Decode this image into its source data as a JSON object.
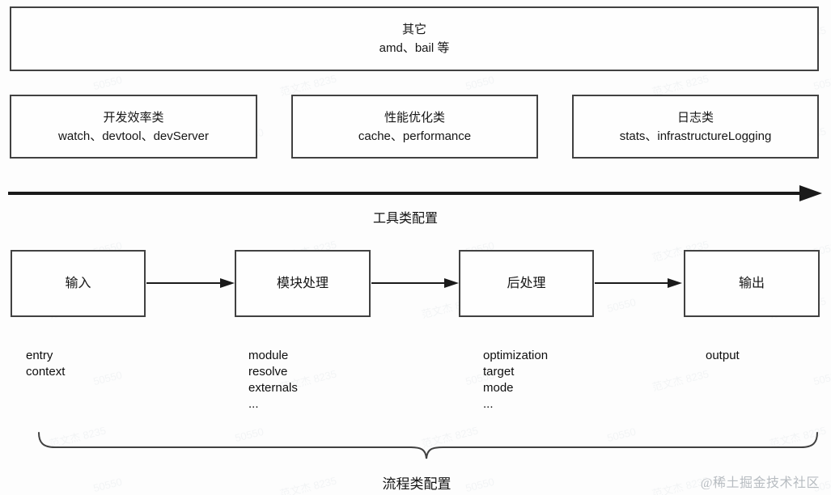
{
  "diagram": {
    "other_box": {
      "title": "其它",
      "subtitle": "amd、bail 等"
    },
    "tool_boxes": [
      {
        "title": "开发效率类",
        "subtitle": "watch、devtool、devServer"
      },
      {
        "title": "性能优化类",
        "subtitle": "cache、performance"
      },
      {
        "title": "日志类",
        "subtitle": "stats、infrastructureLogging"
      }
    ],
    "tool_axis_label": "工具类配置",
    "flow_nodes": [
      {
        "label": "输入",
        "items": [
          "entry",
          "context"
        ]
      },
      {
        "label": "模块处理",
        "items": [
          "module",
          "resolve",
          "externals",
          "..."
        ]
      },
      {
        "label": "后处理",
        "items": [
          "optimization",
          "target",
          "mode",
          "..."
        ]
      },
      {
        "label": "输出",
        "items": [
          "output"
        ]
      }
    ],
    "flow_brace_label": "流程类配置"
  },
  "colors": {
    "background": "#fdfdfd",
    "box_border": "#414141",
    "arrow": "#1a1a1a",
    "text": "#111111",
    "credit_text": "#b7bcc1"
  },
  "watermarks": {
    "credit": "@稀土掘金技术社区",
    "diagonal": [
      "范文杰 8235",
      "50550"
    ]
  }
}
